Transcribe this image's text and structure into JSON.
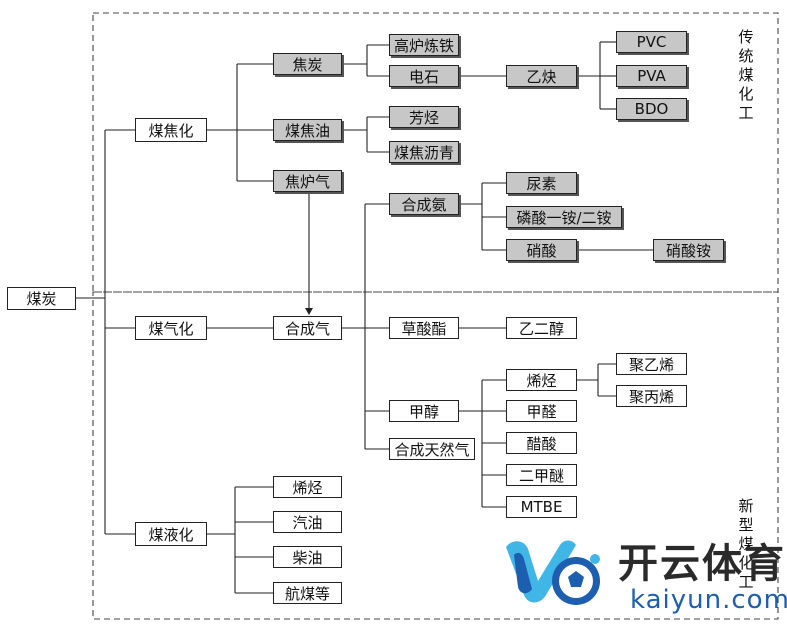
{
  "regions": {
    "traditional": {
      "label": "传统煤化工"
    },
    "modern": {
      "label": "新型煤化工"
    }
  },
  "nodes": {
    "coal": "煤炭",
    "coking": "煤焦化",
    "gasification": "煤气化",
    "liquefaction": "煤液化",
    "coke": "焦炭",
    "coal_tar": "煤焦油",
    "coke_oven_gas": "焦炉气",
    "blast_furnace": "高炉炼铁",
    "calcium_carbide": "电石",
    "acetylene": "乙炔",
    "pvc": "PVC",
    "pva": "PVA",
    "bdo": "BDO",
    "aromatics": "芳烃",
    "coal_tar_pitch": "煤焦沥青",
    "syngas": "合成气",
    "ammonia": "合成氨",
    "urea": "尿素",
    "map_dap": "磷酸一铵/二铵",
    "nitric_acid": "硝酸",
    "ammonium_nitrate": "硝酸铵",
    "oxalate": "草酸酯",
    "ethylene_glycol": "乙二醇",
    "methanol": "甲醇",
    "olefins_m": "烯烃",
    "polyethylene": "聚乙烯",
    "polypropylene": "聚丙烯",
    "formaldehyde": "甲醛",
    "acetic_acid": "醋酸",
    "dme": "二甲醚",
    "mtbe": "MTBE",
    "sng": "合成天然气",
    "olefins_l": "烯烃",
    "gasoline": "汽油",
    "diesel": "柴油",
    "jet_fuel": "航煤等"
  },
  "watermark": {
    "brand_cn": "开云体育",
    "brand_en": "kaiyun.com",
    "colors": {
      "blue": "#1c5fb0",
      "cyan": "#3fb6e6",
      "dark": "#2a2a2a"
    }
  },
  "colors": {
    "gray_fill": "#c7c7c7",
    "line": "#222222",
    "dash": "#444444"
  }
}
